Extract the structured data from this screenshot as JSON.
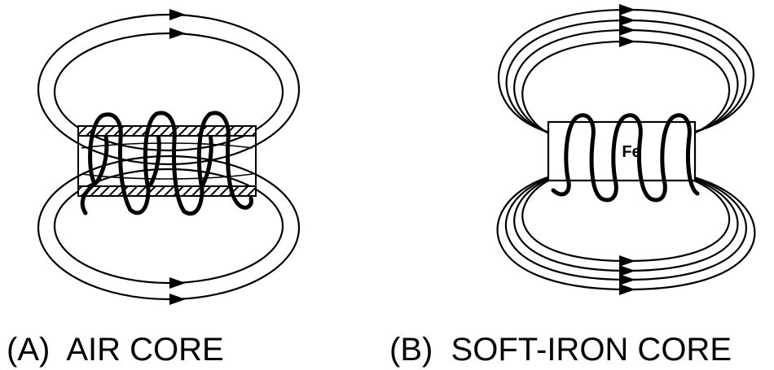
{
  "panels": [
    {
      "caption": "(A)  AIR CORE"
    },
    {
      "caption": "(B)  SOFT-IRON CORE",
      "core_label": "Fe"
    }
  ],
  "colors": {
    "ink": "#000000",
    "background": "#ffffff"
  }
}
